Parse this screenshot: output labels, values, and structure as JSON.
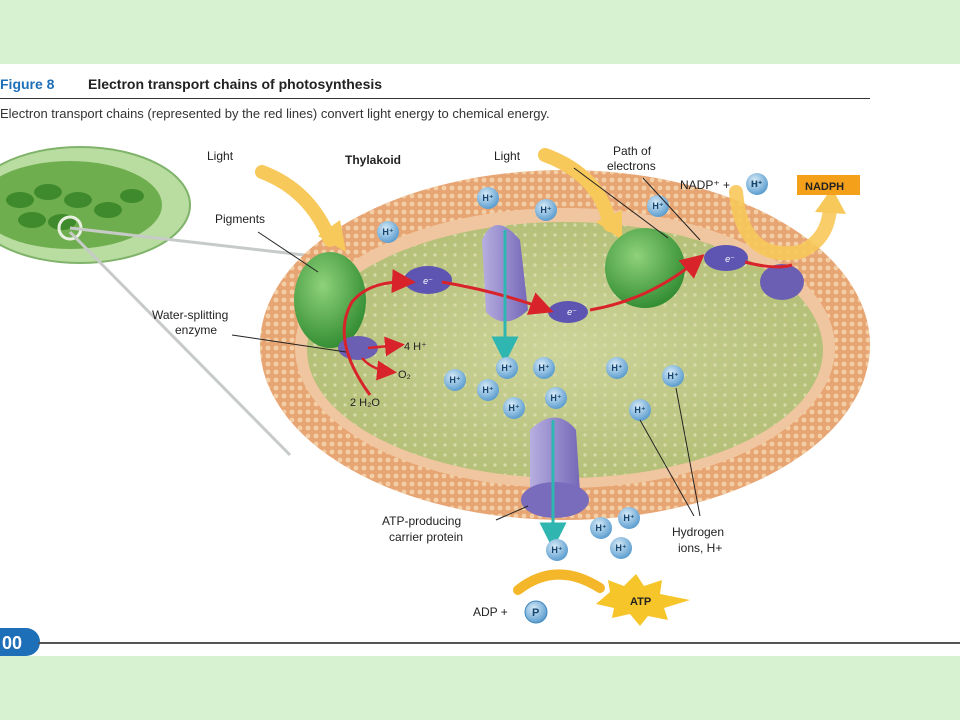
{
  "figure": {
    "label": "Figure 8",
    "title": "Electron transport chains of photosynthesis",
    "caption": "Electron transport chains (represented by the red lines) convert light energy to chemical energy."
  },
  "labels": {
    "light_left": "Light",
    "thylakoid": "Thylakoid",
    "light_right": "Light",
    "path_of_electrons_1": "Path of",
    "path_of_electrons_2": "electrons",
    "nadp_plus": "NADP⁺ +",
    "nadph": "NADPH",
    "pigments": "Pigments",
    "water_splitting_1": "Water-splitting",
    "water_splitting_2": "enzyme",
    "four_h": "4 H⁺",
    "o2": "O₂",
    "two_h2o": "2 H₂O",
    "atp_protein_1": "ATP-producing",
    "atp_protein_2": "carrier protein",
    "hydrogen_ions_1": "Hydrogen",
    "hydrogen_ions_2": "ions, H+",
    "adp_plus": "ADP +",
    "p": "P",
    "atp": "ATP",
    "electron": "e⁻",
    "h_ion": "H⁺"
  },
  "page_number": "00",
  "colors": {
    "accent_blue": "#1d6fb7",
    "nadph_box": "#f5a01a",
    "electron_path": "#d8232a",
    "membrane": "#e8a574",
    "stroma_inner": "#c6cf8e",
    "pigment_green": "#4fb043",
    "protein_purple": "#9b8fd0",
    "light_arrow": "#f7c85a",
    "h_ion_blue": "#6aa9d8"
  }
}
